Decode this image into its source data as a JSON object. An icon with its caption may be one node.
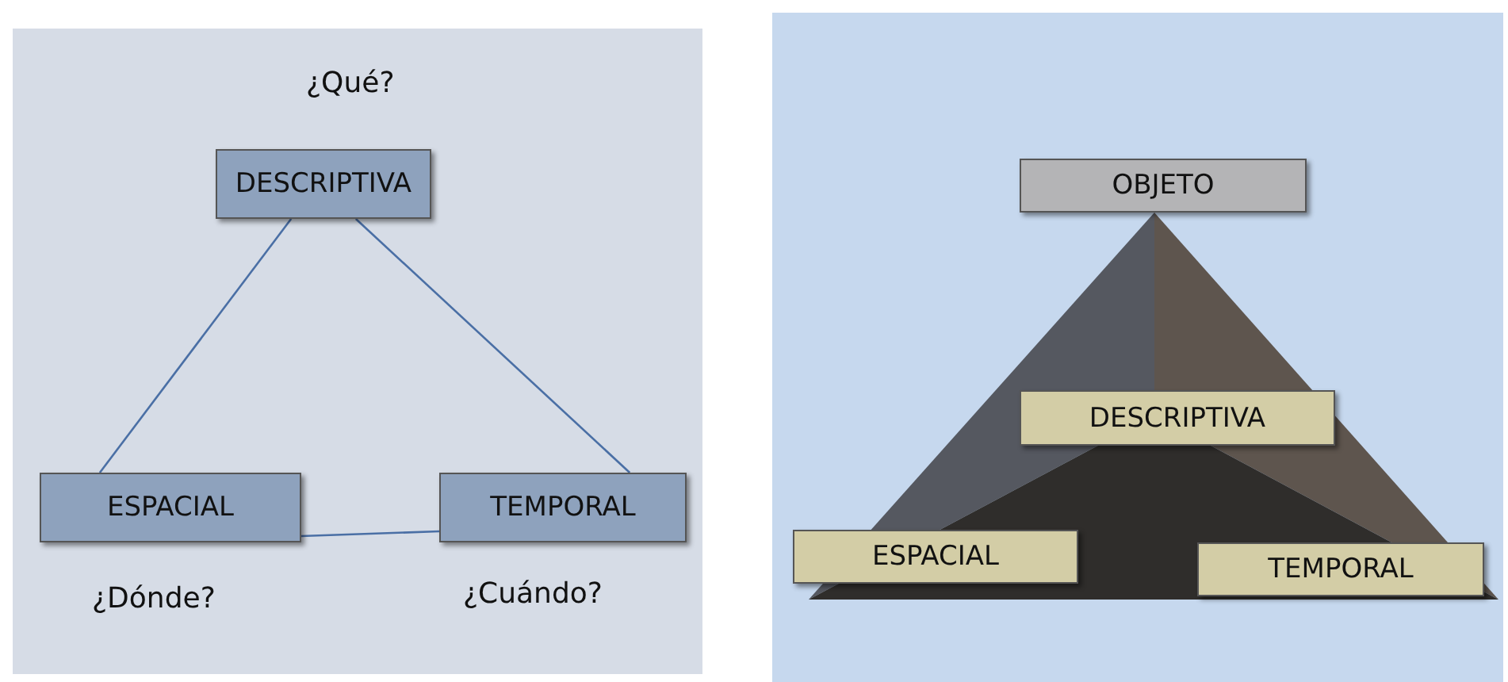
{
  "diagram": {
    "nodes": [
      {
        "text": [
          "DESCRIPTIVA"
        ],
        "beside": [
          "¿Qué?"
        ]
      },
      {
        "text": [
          "ESPACIAL"
        ],
        "beside": [
          "¿Dónde?"
        ]
      },
      {
        "text": [
          "TEMPORAL"
        ],
        "beside": [
          "¿Cuándo?"
        ]
      },
      {
        "text": [
          "OBJETO"
        ]
      },
      {
        "text": [
          "DESCRIPTIVA"
        ]
      },
      {
        "text": [
          "ESPACIAL"
        ]
      },
      {
        "text": [
          "TEMPORAL"
        ]
      }
    ],
    "edges": [
      {
        "from": 0,
        "to": 1,
        "arrow": "none"
      },
      {
        "from": 0,
        "to": 2,
        "arrow": "none"
      },
      {
        "from": 1,
        "to": 2,
        "arrow": "none"
      }
    ]
  }
}
